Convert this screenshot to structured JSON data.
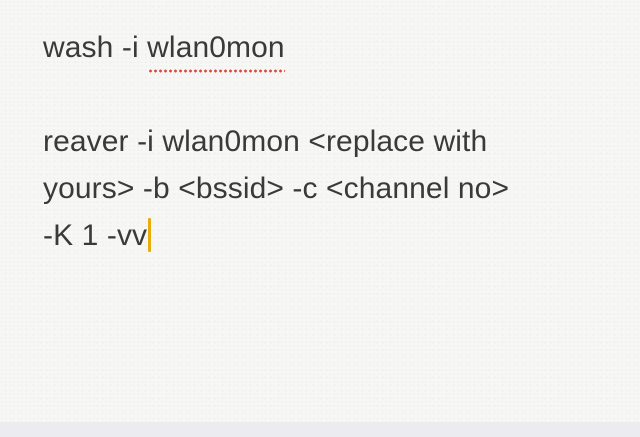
{
  "note": {
    "line1_cmd": "wash -i ",
    "line1_word": "wlan0mon",
    "line2": "reaver -i wlan0mon <replace with",
    "line3": "yours> -b <bssid> -c <channel no>",
    "line4": "-K 1 -vv"
  },
  "colors": {
    "text": "#3a3a3a",
    "caret": "#e8ad0c",
    "spellcheck": "#e0463c"
  }
}
